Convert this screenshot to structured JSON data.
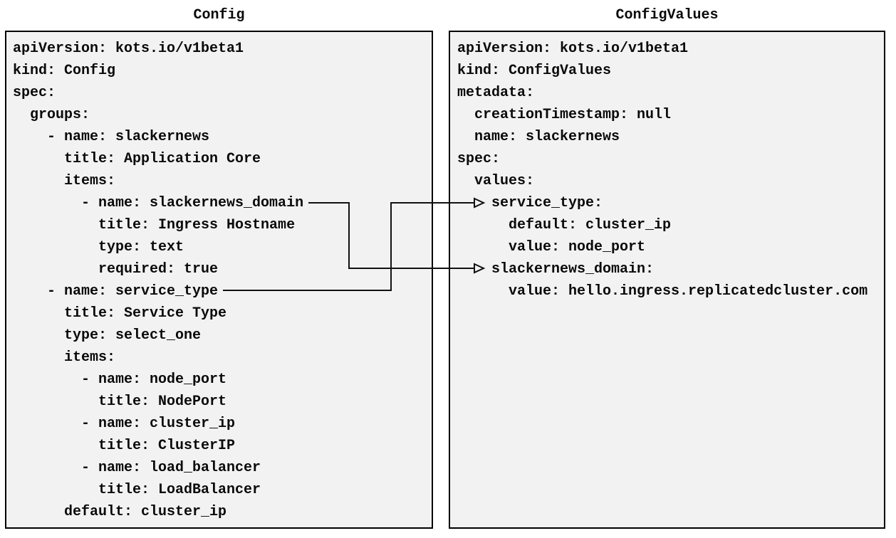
{
  "colors": {
    "page_background": "#ffffff",
    "panel_fill": "#f2f2f2",
    "panel_border": "#000000",
    "text": "#0a0a0a",
    "arrow": "#111111"
  },
  "panels": {
    "config": {
      "title": "Config",
      "lines": [
        "apiVersion: kots.io/v1beta1",
        "kind: Config",
        "spec:",
        "  groups:",
        "    - name: slackernews",
        "      title: Application Core",
        "      items:",
        "        - name: slackernews_domain",
        "          title: Ingress Hostname",
        "          type: text",
        "          required: true",
        "    - name: service_type",
        "      title: Service Type",
        "      type: select_one",
        "      items:",
        "        - name: node_port",
        "          title: NodePort",
        "        - name: cluster_ip",
        "          title: ClusterIP",
        "        - name: load_balancer",
        "          title: LoadBalancer",
        "      default: cluster_ip"
      ]
    },
    "configvalues": {
      "title": "ConfigValues",
      "lines": [
        "apiVersion: kots.io/v1beta1",
        "kind: ConfigValues",
        "metadata:",
        "  creationTimestamp: null",
        "  name: slackernews",
        "spec:",
        "  values:",
        "    service_type:",
        "      default: cluster_ip",
        "      value: node_port",
        "    slackernews_domain:",
        "      value: hello.ingress.replicatedcluster.com"
      ]
    }
  },
  "arrows": [
    {
      "from": "Config item: slackernews_domain",
      "to": "ConfigValues value: slackernews_domain"
    },
    {
      "from": "Config item: service_type",
      "to": "ConfigValues value: service_type"
    }
  ]
}
